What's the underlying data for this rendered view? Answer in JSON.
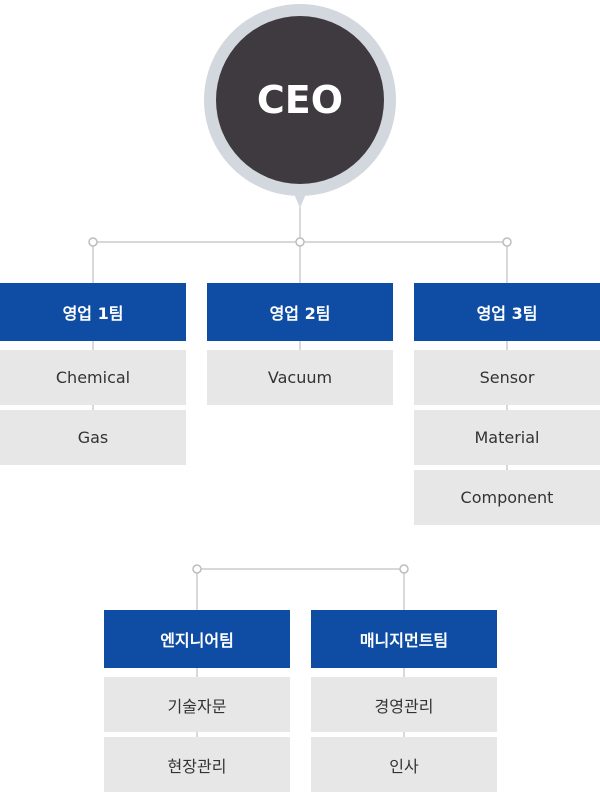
{
  "ceo": {
    "label": "CEO"
  },
  "sales_teams": [
    {
      "name": "영업 1팀",
      "items": [
        "Chemical",
        "Gas"
      ]
    },
    {
      "name": "영업 2팀",
      "items": [
        "Vacuum"
      ]
    },
    {
      "name": "영업 3팀",
      "items": [
        "Sensor",
        "Material",
        "Component"
      ]
    }
  ],
  "support_teams": [
    {
      "name": "엔지니어팀",
      "items": [
        "기술자문",
        "현장관리"
      ]
    },
    {
      "name": "매니지먼트팀",
      "items": [
        "경영관리",
        "인사"
      ]
    }
  ],
  "colors": {
    "header_blue": "#0e4da3",
    "item_gray": "#e7e7e7",
    "ceo_dark": "#3f3a40",
    "ceo_ring": "#d3d7de",
    "connector": "#cccccc"
  }
}
